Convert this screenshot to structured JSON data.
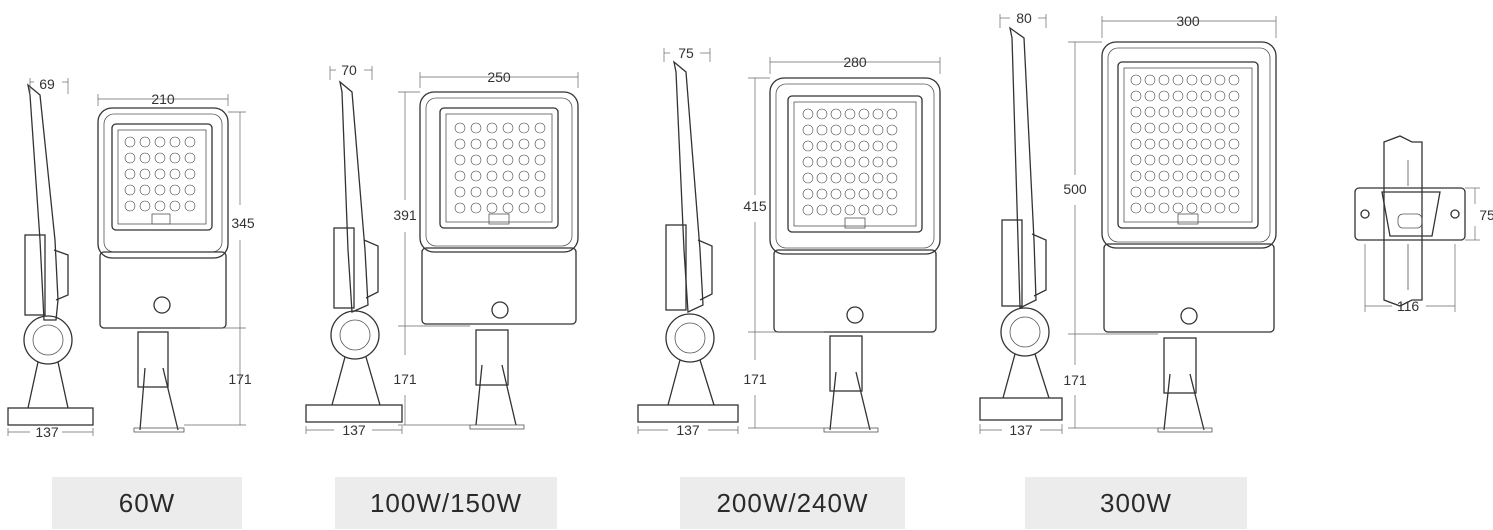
{
  "models": [
    {
      "label": "60W",
      "side_thickness": "69",
      "width": "210",
      "height": "345",
      "bracket_height": "171",
      "base_width": "137"
    },
    {
      "label": "100W/150W",
      "side_thickness": "70",
      "width": "250",
      "height": "391",
      "bracket_height": "171",
      "base_width": "137"
    },
    {
      "label": "200W/240W",
      "side_thickness": "75",
      "width": "280",
      "height": "415",
      "bracket_height": "171",
      "base_width": "137"
    },
    {
      "label": "300W",
      "side_thickness": "80",
      "width": "300",
      "height": "500",
      "bracket_height": "171",
      "base_width": "137"
    }
  ],
  "bracket_detail": {
    "height": "75",
    "width": "116"
  }
}
